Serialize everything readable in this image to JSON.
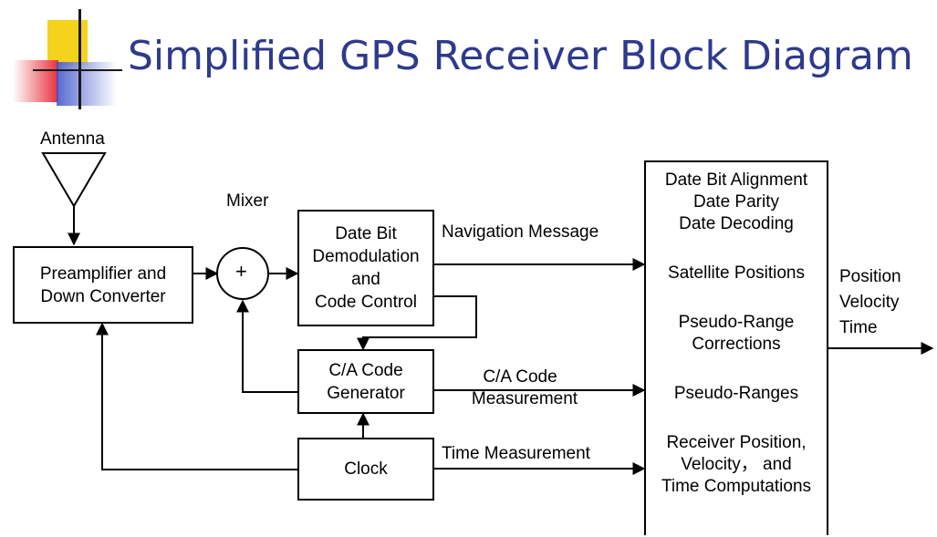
{
  "title": "Simplified GPS Receiver Block Diagram",
  "colors": {
    "title": "#2e3a8c",
    "logo_yellow": "#f5d21c",
    "logo_red": "#e8303c",
    "logo_blue": "#3a4fc9"
  },
  "labels": {
    "antenna": "Antenna",
    "mixer": "Mixer",
    "mixer_symbol": "+",
    "navigation_message": "Navigation Message",
    "ca_code_measurement_1": "C/A Code",
    "ca_code_measurement_2": "Measurement",
    "time_measurement": "Time Measurement",
    "output_1": "Position",
    "output_2": "Velocity",
    "output_3": "Time"
  },
  "blocks": {
    "preamp": [
      "Preamplifier and",
      "Down Converter"
    ],
    "demod": [
      "Date Bit",
      "Demodulation",
      "and",
      "Code Control"
    ],
    "ca_gen": [
      "C/A Code",
      "Generator"
    ],
    "clock": [
      "Clock"
    ],
    "processor": {
      "data": [
        "Date Bit Alignment",
        "Date Parity",
        "Date Decoding"
      ],
      "satellite": "Satellite Positions",
      "corrections": [
        "Pseudo-Range",
        "Corrections"
      ],
      "ranges": "Pseudo-Ranges",
      "solution": [
        "Receiver Position,",
        "Velocity， and",
        "Time Computations"
      ]
    }
  }
}
